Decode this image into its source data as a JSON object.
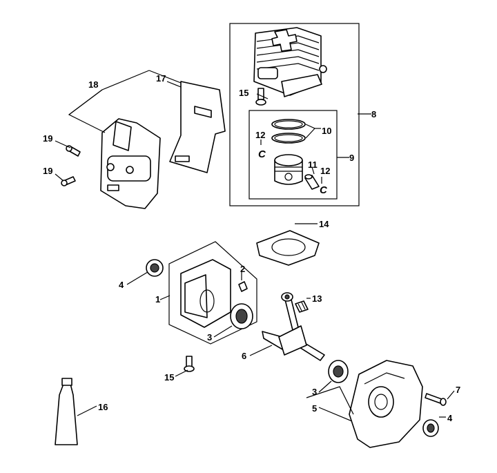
{
  "diagram": {
    "labels": {
      "l1": "1",
      "l2": "2",
      "l3a": "3",
      "l3b": "3",
      "l4a": "4",
      "l4b": "4",
      "l5": "5",
      "l6": "6",
      "l7": "7",
      "l8": "8",
      "l9": "9",
      "l10": "10",
      "l11": "11",
      "l12a": "12",
      "l12b": "12",
      "l13": "13",
      "l14": "14",
      "l15a": "15",
      "l15b": "15",
      "l16": "16",
      "l17": "17",
      "l18": "18",
      "l19a": "19",
      "l19b": "19"
    }
  }
}
